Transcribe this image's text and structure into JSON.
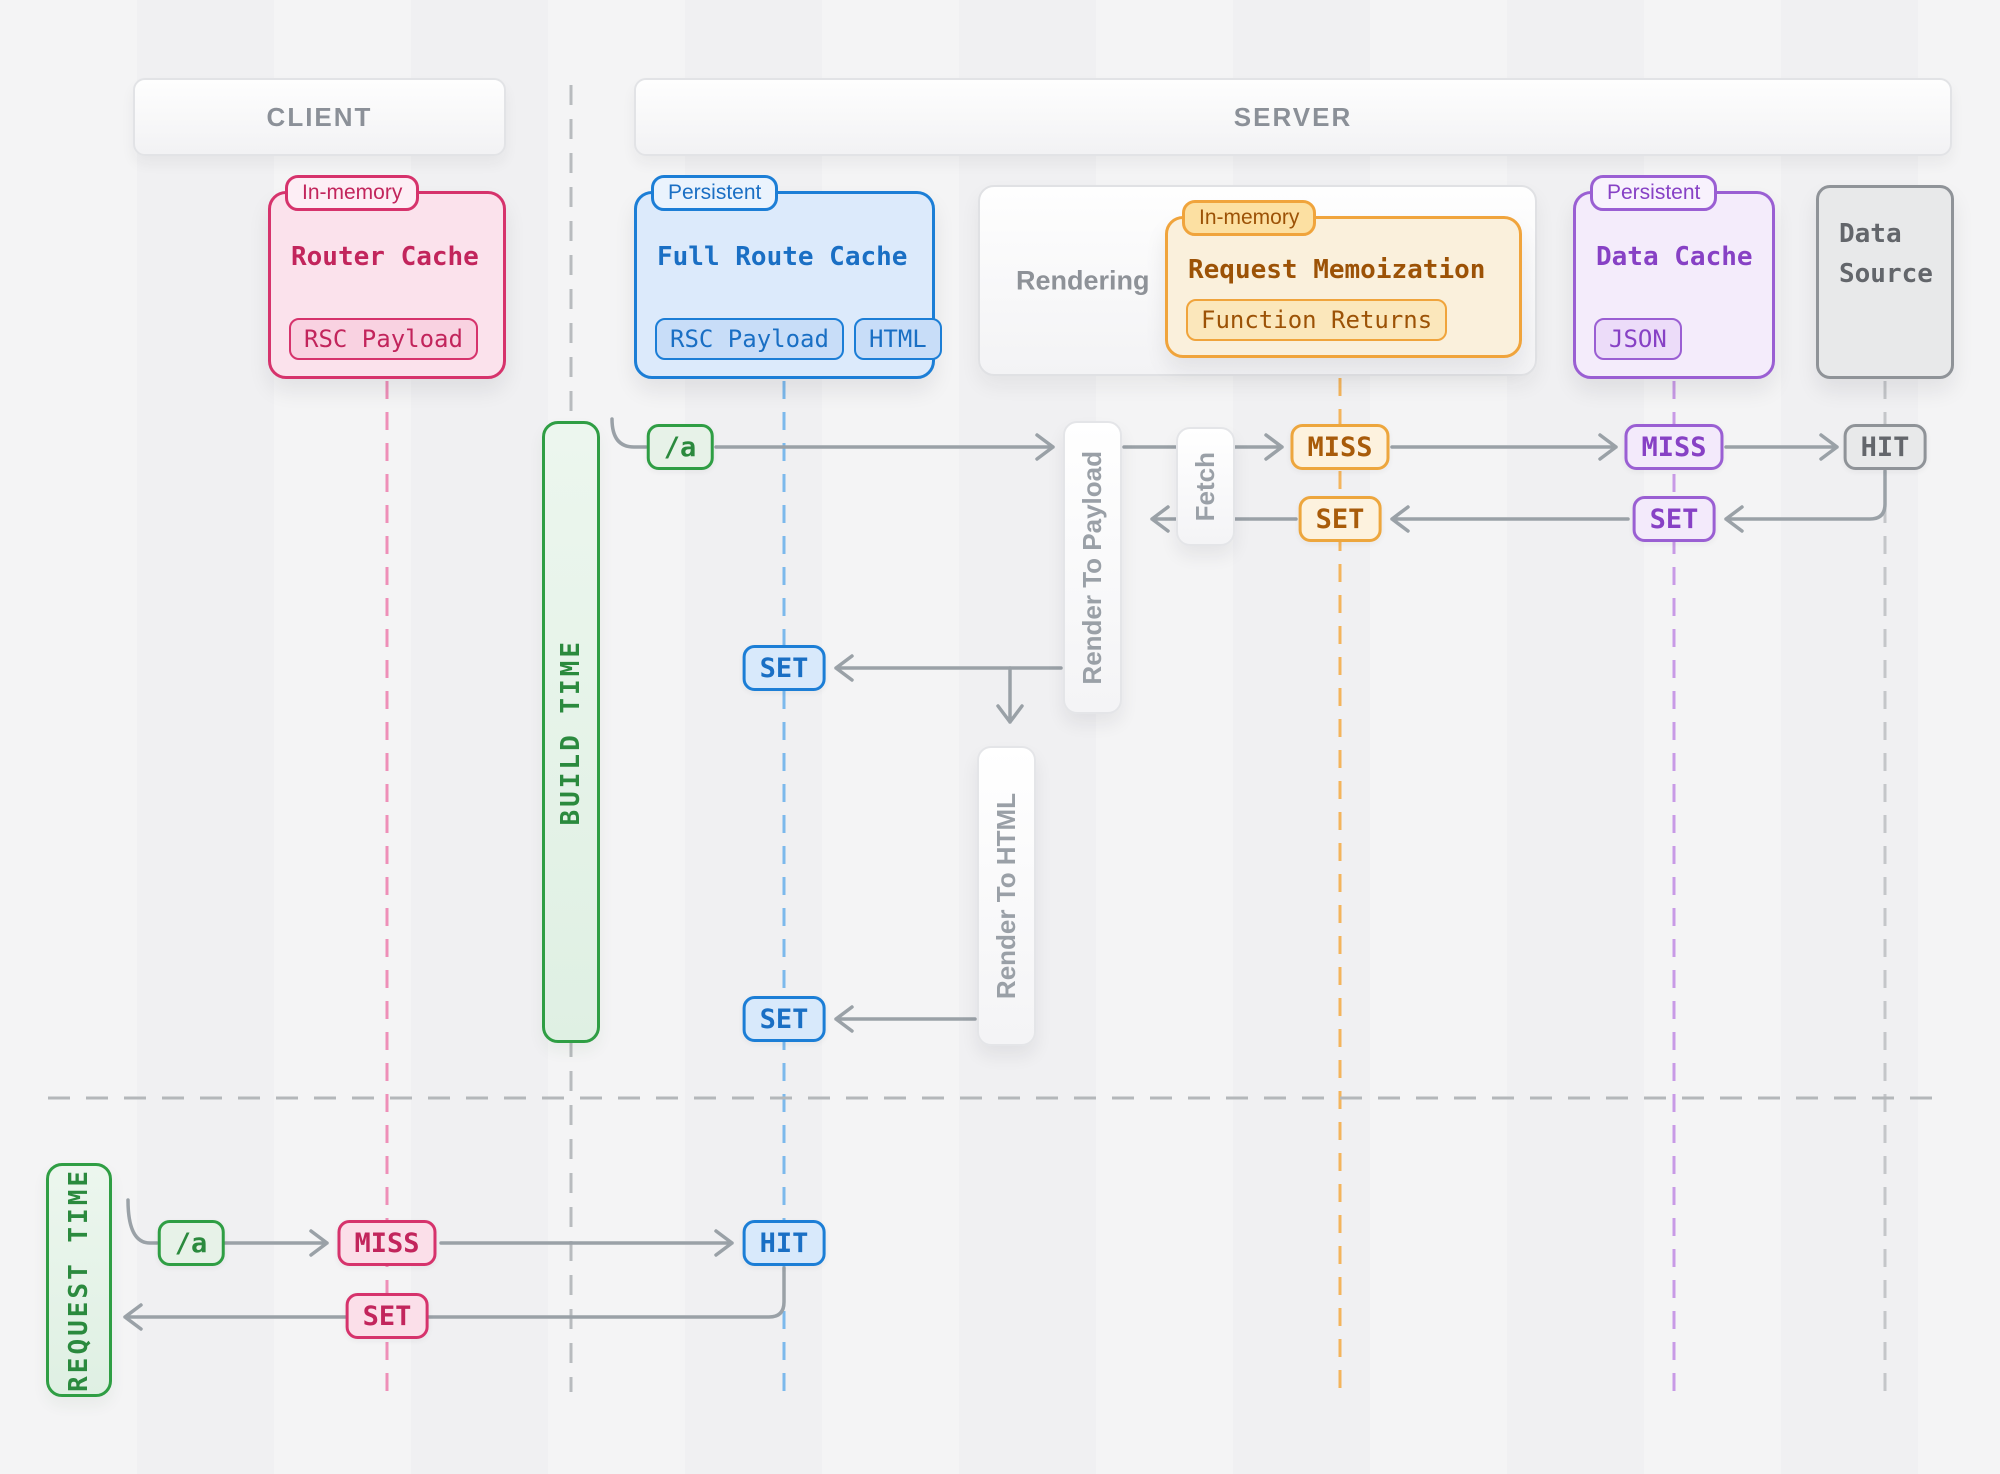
{
  "headers": {
    "client": "CLIENT",
    "server": "SERVER"
  },
  "boxes": {
    "router_cache": {
      "tag": "In-memory",
      "title": "Router Cache",
      "chips": [
        "RSC Payload"
      ],
      "accent": "#d6336c"
    },
    "full_route_cache": {
      "tag": "Persistent",
      "title": "Full Route Cache",
      "chips": [
        "RSC Payload",
        "HTML"
      ],
      "accent": "#1c7ed6"
    },
    "rendering_panel": {
      "title": "Rendering"
    },
    "request_memoization": {
      "tag": "In-memory",
      "title": "Request Memoization",
      "chips": [
        "Function Returns"
      ],
      "accent": "#f0a43c"
    },
    "data_cache": {
      "tag": "Persistent",
      "title": "Data Cache",
      "chips": [
        "JSON"
      ],
      "accent": "#9a5fd3"
    },
    "data_source": {
      "title": "Data Source",
      "accent": "#8f9398"
    }
  },
  "lanes": {
    "build_time": "BUILD TIME",
    "request_time": "REQUEST TIME",
    "accent": "#2f9e44"
  },
  "process_boxes": {
    "render_to_payload": "Render To Payload",
    "fetch": "Fetch",
    "render_to_html": "Render To HTML"
  },
  "build_flow": {
    "route_badge": "/a",
    "memo_miss": "MISS",
    "memo_set": "SET",
    "data_cache_miss": "MISS",
    "data_cache_set": "SET",
    "data_source_hit": "HIT",
    "full_route_set_payload": "SET",
    "full_route_set_html": "SET"
  },
  "request_flow": {
    "route_badge": "/a",
    "router_miss": "MISS",
    "router_set": "SET",
    "full_route_hit": "HIT"
  }
}
